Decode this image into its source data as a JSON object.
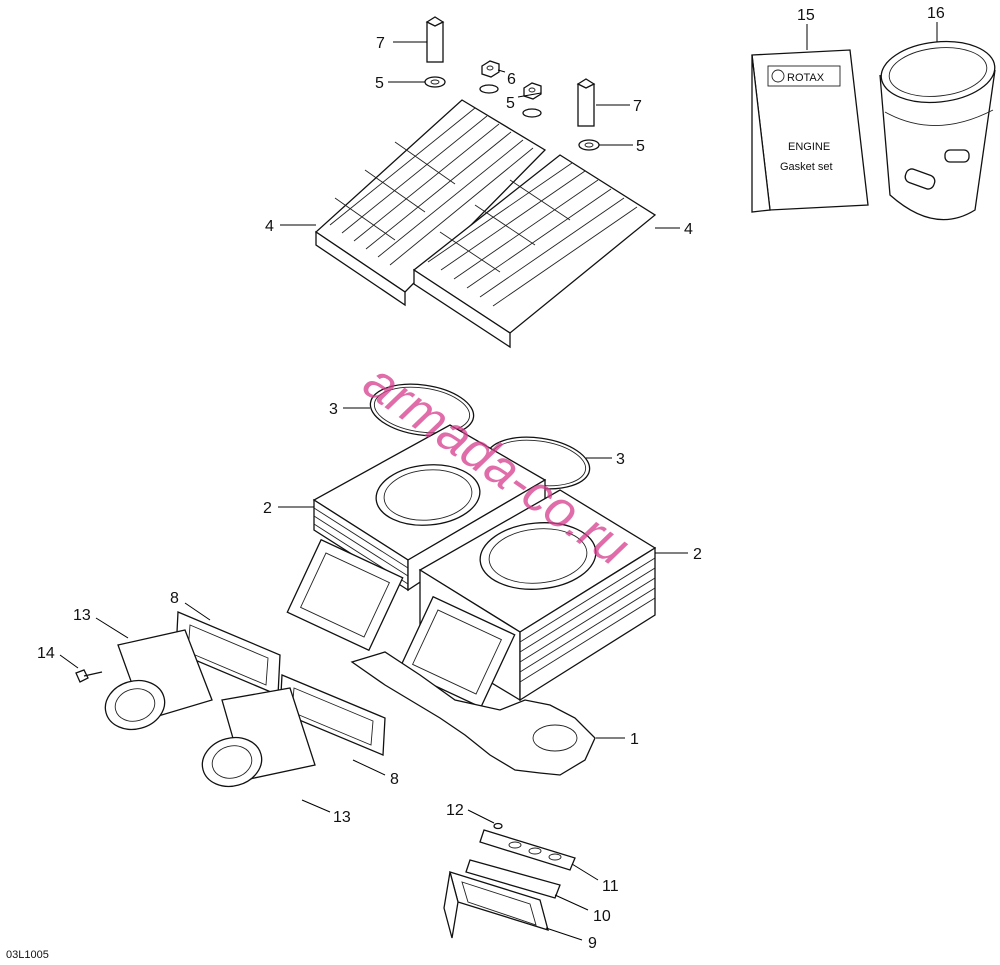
{
  "diagram": {
    "reference_code": "03L1005",
    "watermark": "armada-co.ru",
    "callouts": {
      "c1": "1",
      "c2a": "2",
      "c2b": "2",
      "c3a": "3",
      "c3b": "3",
      "c4a": "4",
      "c4b": "4",
      "c5a": "5",
      "c5b": "5",
      "c5c": "5",
      "c6": "6",
      "c7a": "7",
      "c7b": "7",
      "c8a": "8",
      "c8b": "8",
      "c9": "9",
      "c10": "10",
      "c11": "11",
      "c12": "12",
      "c13a": "13",
      "c13b": "13",
      "c14": "14",
      "c15": "15",
      "c16": "16"
    },
    "gasket_kit": {
      "brand": "ROTAX",
      "title": "ENGINE",
      "subtitle": "Gasket set"
    }
  }
}
